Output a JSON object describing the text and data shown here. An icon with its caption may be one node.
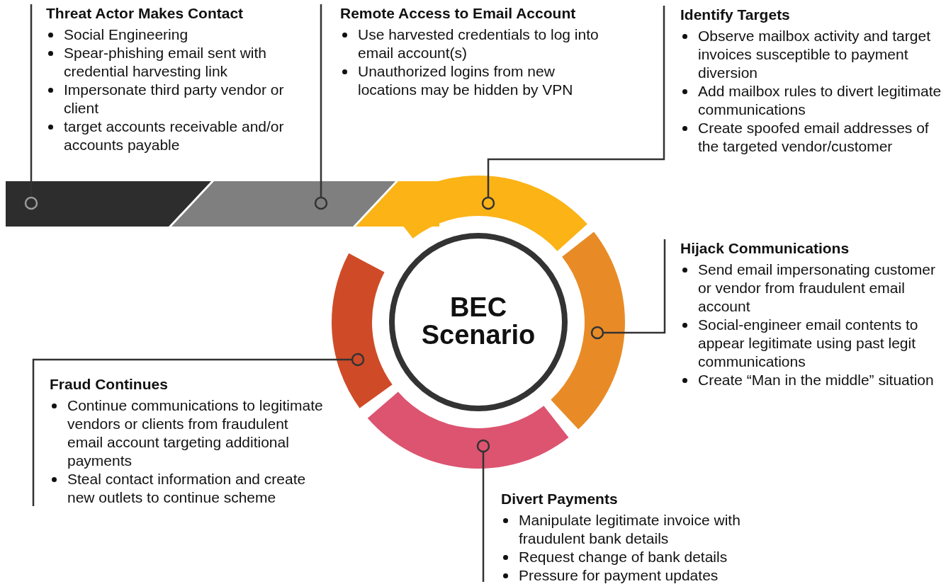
{
  "diagram": {
    "nodes": [
      {
        "text": [
          "Threat Actor Makes Contact",
          "Social Engineering",
          "Spear-phishing email sent with credential harvesting link",
          "Impersonate third party vendor or client",
          "target accounts receivable and/or accounts payable"
        ]
      },
      {
        "text": [
          "Remote Access to Email Account",
          "Use harvested credentials to log into email account(s)",
          "Unauthorized logins from new locations may be hidden by VPN"
        ]
      },
      {
        "text": [
          "Identify Targets",
          "Observe mailbox activity and target invoices susceptible to payment diversion",
          "Add mailbox rules to divert legitimate communications",
          "Create spoofed email addresses of the targeted vendor/customer"
        ]
      },
      {
        "text": [
          "Hijack Communications",
          "Send email impersonating customer or vendor from fraudulent email account",
          "Social-engineer email contents to appear legitimate using past legit communications",
          "Create “Man in the middle” situation"
        ]
      },
      {
        "text": [
          "Divert Payments",
          "Manipulate legitimate invoice with fraudulent bank details",
          "Request change of bank details",
          "Pressure for payment updates"
        ]
      },
      {
        "text": [
          "Fraud Continues",
          "Continue communications to legitimate vendors or clients from fraudulent email account targeting additional payments",
          "Steal contact information and create new outlets to continue scheme"
        ]
      },
      {
        "text": [
          "BEC Scenario"
        ]
      },
      {
        "text": [],
        "shape": "bar"
      },
      {
        "text": [],
        "shape": "bar"
      },
      {
        "text": [],
        "shape": "arc"
      },
      {
        "text": [],
        "shape": "arc"
      },
      {
        "text": [],
        "shape": "arc"
      },
      {
        "text": [],
        "shape": "arc"
      }
    ],
    "edges": [
      {
        "from": 0,
        "to": 7,
        "arrow": "other"
      },
      {
        "from": 1,
        "to": 8,
        "arrow": "other"
      },
      {
        "from": 2,
        "to": 9,
        "arrow": "other"
      },
      {
        "from": 3,
        "to": 10,
        "arrow": "other"
      },
      {
        "from": 4,
        "to": 11,
        "arrow": "other"
      },
      {
        "from": 5,
        "to": 12,
        "arrow": "other"
      }
    ]
  }
}
